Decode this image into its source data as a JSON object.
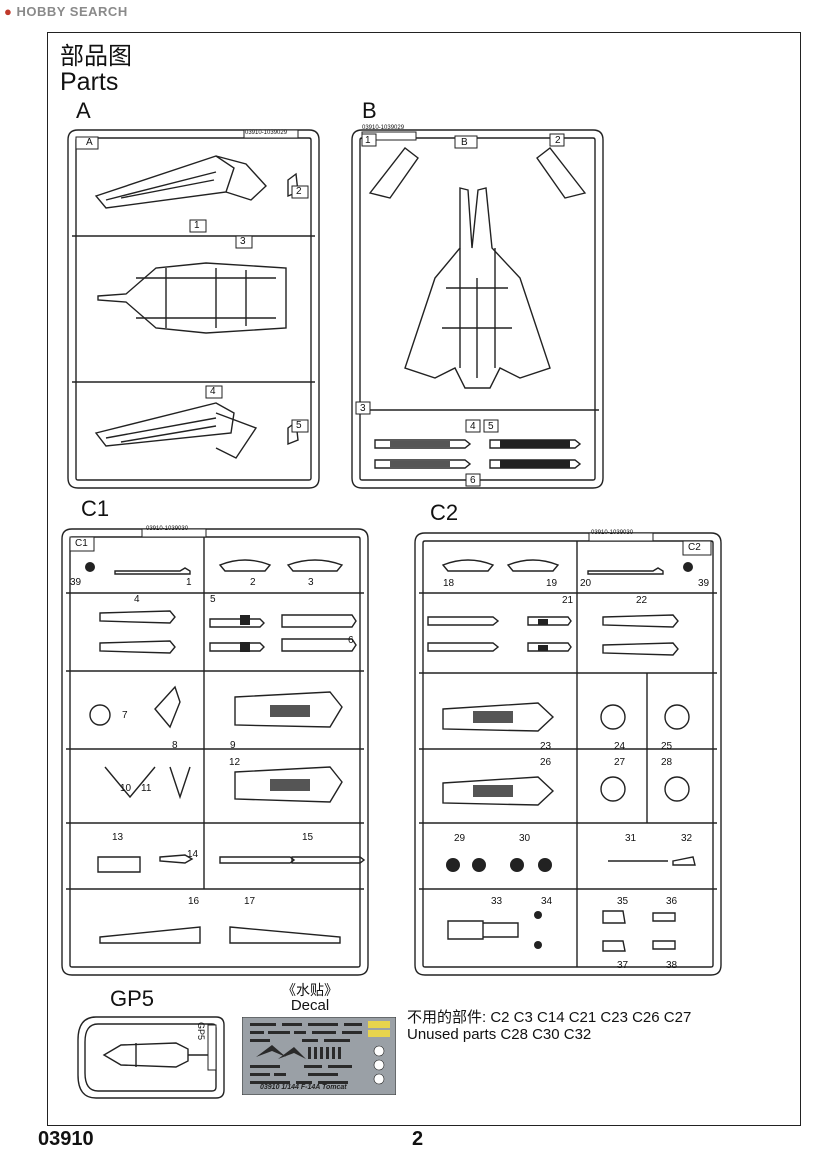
{
  "watermark": "HOBBY SEARCH",
  "title_cn": "部品图",
  "title_en": "Parts",
  "sprues": {
    "A": {
      "letter": "A",
      "tag": "A",
      "code": "03910-1039029",
      "parts": [
        "1",
        "2",
        "3",
        "4",
        "5"
      ]
    },
    "B": {
      "letter": "B",
      "tag": "B",
      "code": "03910-1039029",
      "parts": [
        "1",
        "2",
        "3",
        "4",
        "5",
        "6"
      ]
    },
    "C1": {
      "letter": "C1",
      "tag": "C1",
      "code": "03910-1039030",
      "parts": [
        "1",
        "2",
        "3",
        "4",
        "5",
        "6",
        "7",
        "8",
        "9",
        "10",
        "11",
        "12",
        "13",
        "14",
        "15",
        "16",
        "17",
        "39"
      ]
    },
    "C2": {
      "letter": "C2",
      "tag": "C2",
      "code": "03910-1039030",
      "parts": [
        "18",
        "19",
        "20",
        "21",
        "22",
        "23",
        "24",
        "25",
        "26",
        "27",
        "28",
        "29",
        "30",
        "31",
        "32",
        "33",
        "34",
        "35",
        "36",
        "37",
        "38",
        "39"
      ]
    },
    "GP5": {
      "letter": "GP5",
      "tag": "GP5"
    }
  },
  "decal": {
    "title_cn": "《水贴》",
    "title_en": "Decal",
    "caption": "03910 1/144 F-14A Tomcat"
  },
  "unused": {
    "label_cn": "不用的部件:",
    "list_line1": "C2 C3 C14 C21 C23 C26 C27",
    "label_en": "Unused parts",
    "list_line2": "C28 C30 C32"
  },
  "footer": {
    "product_code": "03910",
    "page_number": "2"
  }
}
